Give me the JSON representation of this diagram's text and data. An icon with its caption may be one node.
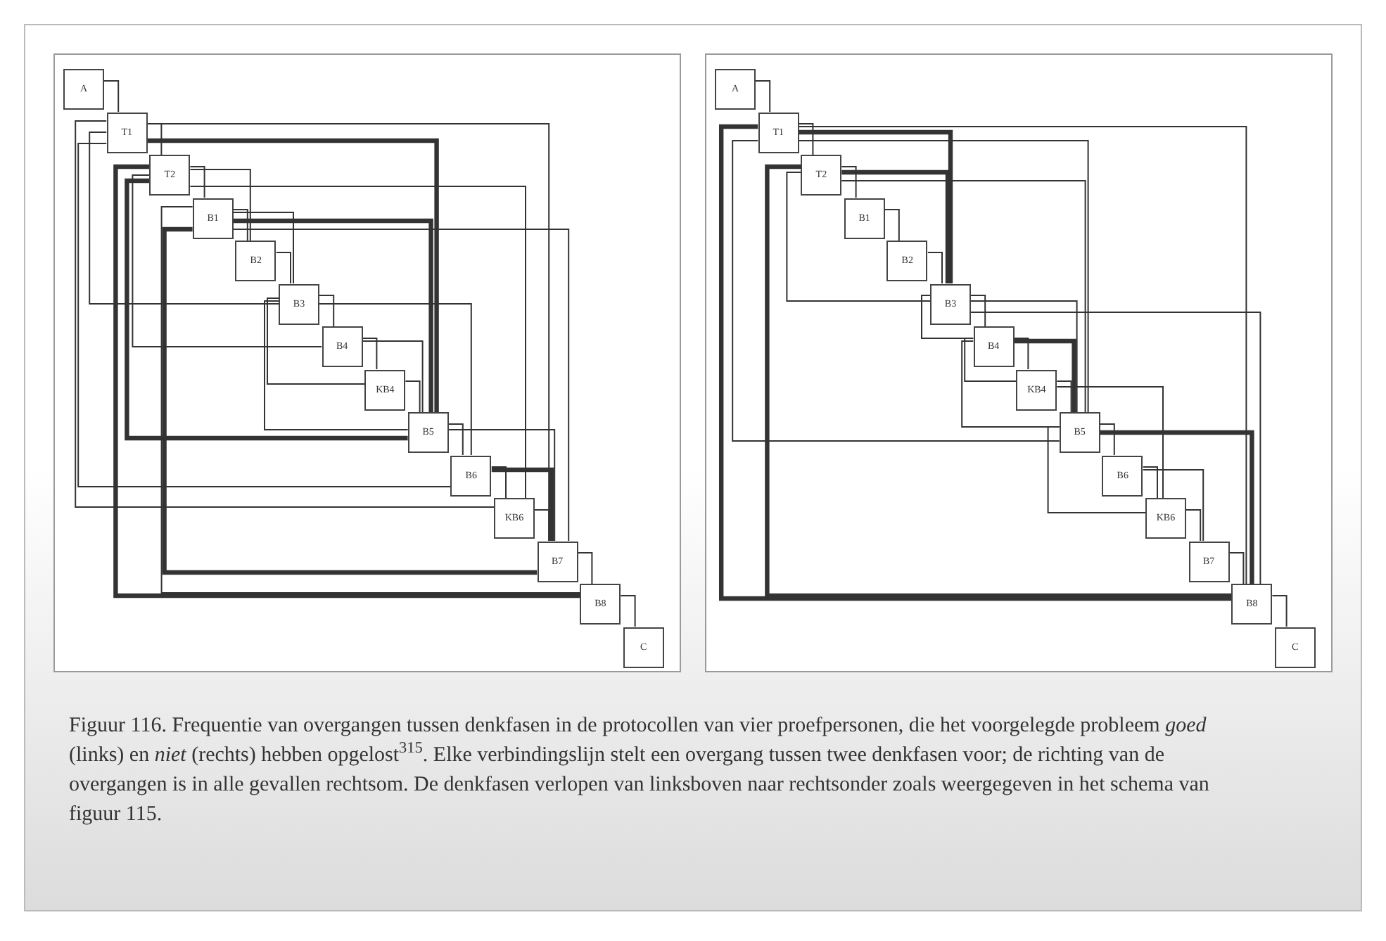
{
  "diagram": {
    "nodes": [
      {
        "text": [],
        "shape": "picture"
      },
      {
        "text": [
          "A"
        ],
        "in": 0
      },
      {
        "text": [
          "T1"
        ],
        "in": 0
      },
      {
        "text": [
          "T2"
        ],
        "in": 0
      },
      {
        "text": [
          "B1"
        ],
        "in": 0
      },
      {
        "text": [
          "B2"
        ],
        "in": 0
      },
      {
        "text": [
          "B3"
        ],
        "in": 0
      },
      {
        "text": [
          "B4"
        ],
        "in": 0
      },
      {
        "text": [
          "KB4"
        ],
        "in": 0
      },
      {
        "text": [
          "B5"
        ],
        "in": 0
      },
      {
        "text": [
          "B6"
        ],
        "in": 0
      },
      {
        "text": [
          "KB6"
        ],
        "in": 0
      },
      {
        "text": [
          "B7"
        ],
        "in": 0
      },
      {
        "text": [
          "B8"
        ],
        "in": 0
      },
      {
        "text": [
          "C"
        ],
        "in": 0
      },
      {
        "text": [],
        "shape": "picture"
      },
      {
        "text": [
          "A"
        ],
        "in": 15
      },
      {
        "text": [
          "T1"
        ],
        "in": 15
      },
      {
        "text": [
          "T2"
        ],
        "in": 15
      },
      {
        "text": [
          "B1"
        ],
        "in": 15
      },
      {
        "text": [
          "B2"
        ],
        "in": 15
      },
      {
        "text": [
          "B3"
        ],
        "in": 15
      },
      {
        "text": [
          "B4"
        ],
        "in": 15
      },
      {
        "text": [
          "KB4"
        ],
        "in": 15
      },
      {
        "text": [
          "B5"
        ],
        "in": 15
      },
      {
        "text": [
          "B6"
        ],
        "in": 15
      },
      {
        "text": [
          "KB6"
        ],
        "in": 15
      },
      {
        "text": [
          "B7"
        ],
        "in": 15
      },
      {
        "text": [
          "B8"
        ],
        "in": 15
      },
      {
        "text": [
          "C"
        ],
        "in": 15
      }
    ],
    "edges": [
      {
        "from": 1,
        "to": 2,
        "arrow": "none"
      },
      {
        "from": 2,
        "to": 3,
        "arrow": "none"
      },
      {
        "from": 3,
        "to": 4,
        "arrow": "none"
      },
      {
        "from": 4,
        "to": 5,
        "arrow": "none"
      },
      {
        "from": 5,
        "to": 6,
        "arrow": "none"
      },
      {
        "from": 6,
        "to": 7,
        "arrow": "none"
      },
      {
        "from": 7,
        "to": 8,
        "arrow": "none"
      },
      {
        "from": 8,
        "to": 9,
        "arrow": "none"
      },
      {
        "from": 9,
        "to": 10,
        "arrow": "none"
      },
      {
        "from": 10,
        "to": 11,
        "arrow": "none"
      },
      {
        "from": 11,
        "to": 12,
        "arrow": "none"
      },
      {
        "from": 12,
        "to": 13,
        "arrow": "none"
      },
      {
        "from": 13,
        "to": 14,
        "arrow": "none"
      },
      {
        "from": 2,
        "to": 9,
        "arrow": "none",
        "style": "thick"
      },
      {
        "from": 2,
        "to": 12,
        "arrow": "none"
      },
      {
        "from": 3,
        "to": 5,
        "arrow": "none"
      },
      {
        "from": 3,
        "to": 11,
        "arrow": "none"
      },
      {
        "from": 4,
        "to": 6,
        "arrow": "none"
      },
      {
        "from": 4,
        "to": 9,
        "arrow": "none",
        "style": "thick"
      },
      {
        "from": 4,
        "to": 12,
        "arrow": "none"
      },
      {
        "from": 6,
        "to": 10,
        "arrow": "none"
      },
      {
        "from": 7,
        "to": 9,
        "arrow": "none"
      },
      {
        "from": 9,
        "to": 12,
        "arrow": "none"
      },
      {
        "from": 10,
        "to": 12,
        "arrow": "none",
        "style": "thick"
      },
      {
        "from": 13,
        "to": 3,
        "arrow": "none",
        "style": "thick"
      },
      {
        "from": 9,
        "to": 3,
        "arrow": "none",
        "style": "thick"
      },
      {
        "from": 10,
        "to": 2,
        "arrow": "none"
      },
      {
        "from": 11,
        "to": 2,
        "arrow": "none"
      },
      {
        "from": 12,
        "to": 4,
        "arrow": "none",
        "style": "thick"
      },
      {
        "from": 13,
        "to": 4,
        "arrow": "none"
      },
      {
        "from": 9,
        "to": 6,
        "arrow": "none"
      },
      {
        "from": 6,
        "to": 2,
        "arrow": "none"
      },
      {
        "from": 7,
        "to": 3,
        "arrow": "none"
      },
      {
        "from": 8,
        "to": 6,
        "arrow": "none"
      },
      {
        "from": 16,
        "to": 17,
        "arrow": "none"
      },
      {
        "from": 17,
        "to": 18,
        "arrow": "none"
      },
      {
        "from": 18,
        "to": 19,
        "arrow": "none"
      },
      {
        "from": 19,
        "to": 20,
        "arrow": "none"
      },
      {
        "from": 20,
        "to": 21,
        "arrow": "none"
      },
      {
        "from": 21,
        "to": 22,
        "arrow": "none"
      },
      {
        "from": 22,
        "to": 23,
        "arrow": "none"
      },
      {
        "from": 23,
        "to": 24,
        "arrow": "none"
      },
      {
        "from": 24,
        "to": 25,
        "arrow": "none"
      },
      {
        "from": 25,
        "to": 26,
        "arrow": "none"
      },
      {
        "from": 26,
        "to": 27,
        "arrow": "none"
      },
      {
        "from": 27,
        "to": 28,
        "arrow": "none"
      },
      {
        "from": 28,
        "to": 29,
        "arrow": "none"
      },
      {
        "from": 17,
        "to": 21,
        "arrow": "none",
        "style": "thick"
      },
      {
        "from": 17,
        "to": 24,
        "arrow": "none"
      },
      {
        "from": 17,
        "to": 28,
        "arrow": "none"
      },
      {
        "from": 18,
        "to": 21,
        "arrow": "none",
        "style": "thick"
      },
      {
        "from": 18,
        "to": 24,
        "arrow": "none"
      },
      {
        "from": 21,
        "to": 24,
        "arrow": "none"
      },
      {
        "from": 21,
        "to": 28,
        "arrow": "none"
      },
      {
        "from": 22,
        "to": 24,
        "arrow": "none",
        "style": "thick"
      },
      {
        "from": 23,
        "to": 26,
        "arrow": "none"
      },
      {
        "from": 24,
        "to": 28,
        "arrow": "none",
        "style": "thick"
      },
      {
        "from": 25,
        "to": 27,
        "arrow": "none"
      },
      {
        "from": 28,
        "to": 17,
        "arrow": "none",
        "style": "thick"
      },
      {
        "from": 28,
        "to": 18,
        "arrow": "none",
        "style": "thick"
      },
      {
        "from": 24,
        "to": 17,
        "arrow": "none"
      },
      {
        "from": 21,
        "to": 18,
        "arrow": "none"
      },
      {
        "from": 22,
        "to": 21,
        "arrow": "none"
      },
      {
        "from": 23,
        "to": 22,
        "arrow": "none"
      },
      {
        "from": 26,
        "to": 24,
        "arrow": "none"
      },
      {
        "from": 24,
        "to": 22,
        "arrow": "none"
      }
    ],
    "caption": "Figuur 116. Frequentie van overgangen tussen denkfasen in de protocollen van vier proefpersonen, die het voorgelegde probleem *goed* (links) en *niet* (rechts) hebben opgelost$^{315}$. Elke verbindingslijn stelt een overgang tussen twee denkfasen voor; de richting van de overgangen is in alle gevallen rechtsom. De denkfasen verlopen van linksboven naar rechtsonder zoals weergegeven in het schema van figuur 115."
  }
}
